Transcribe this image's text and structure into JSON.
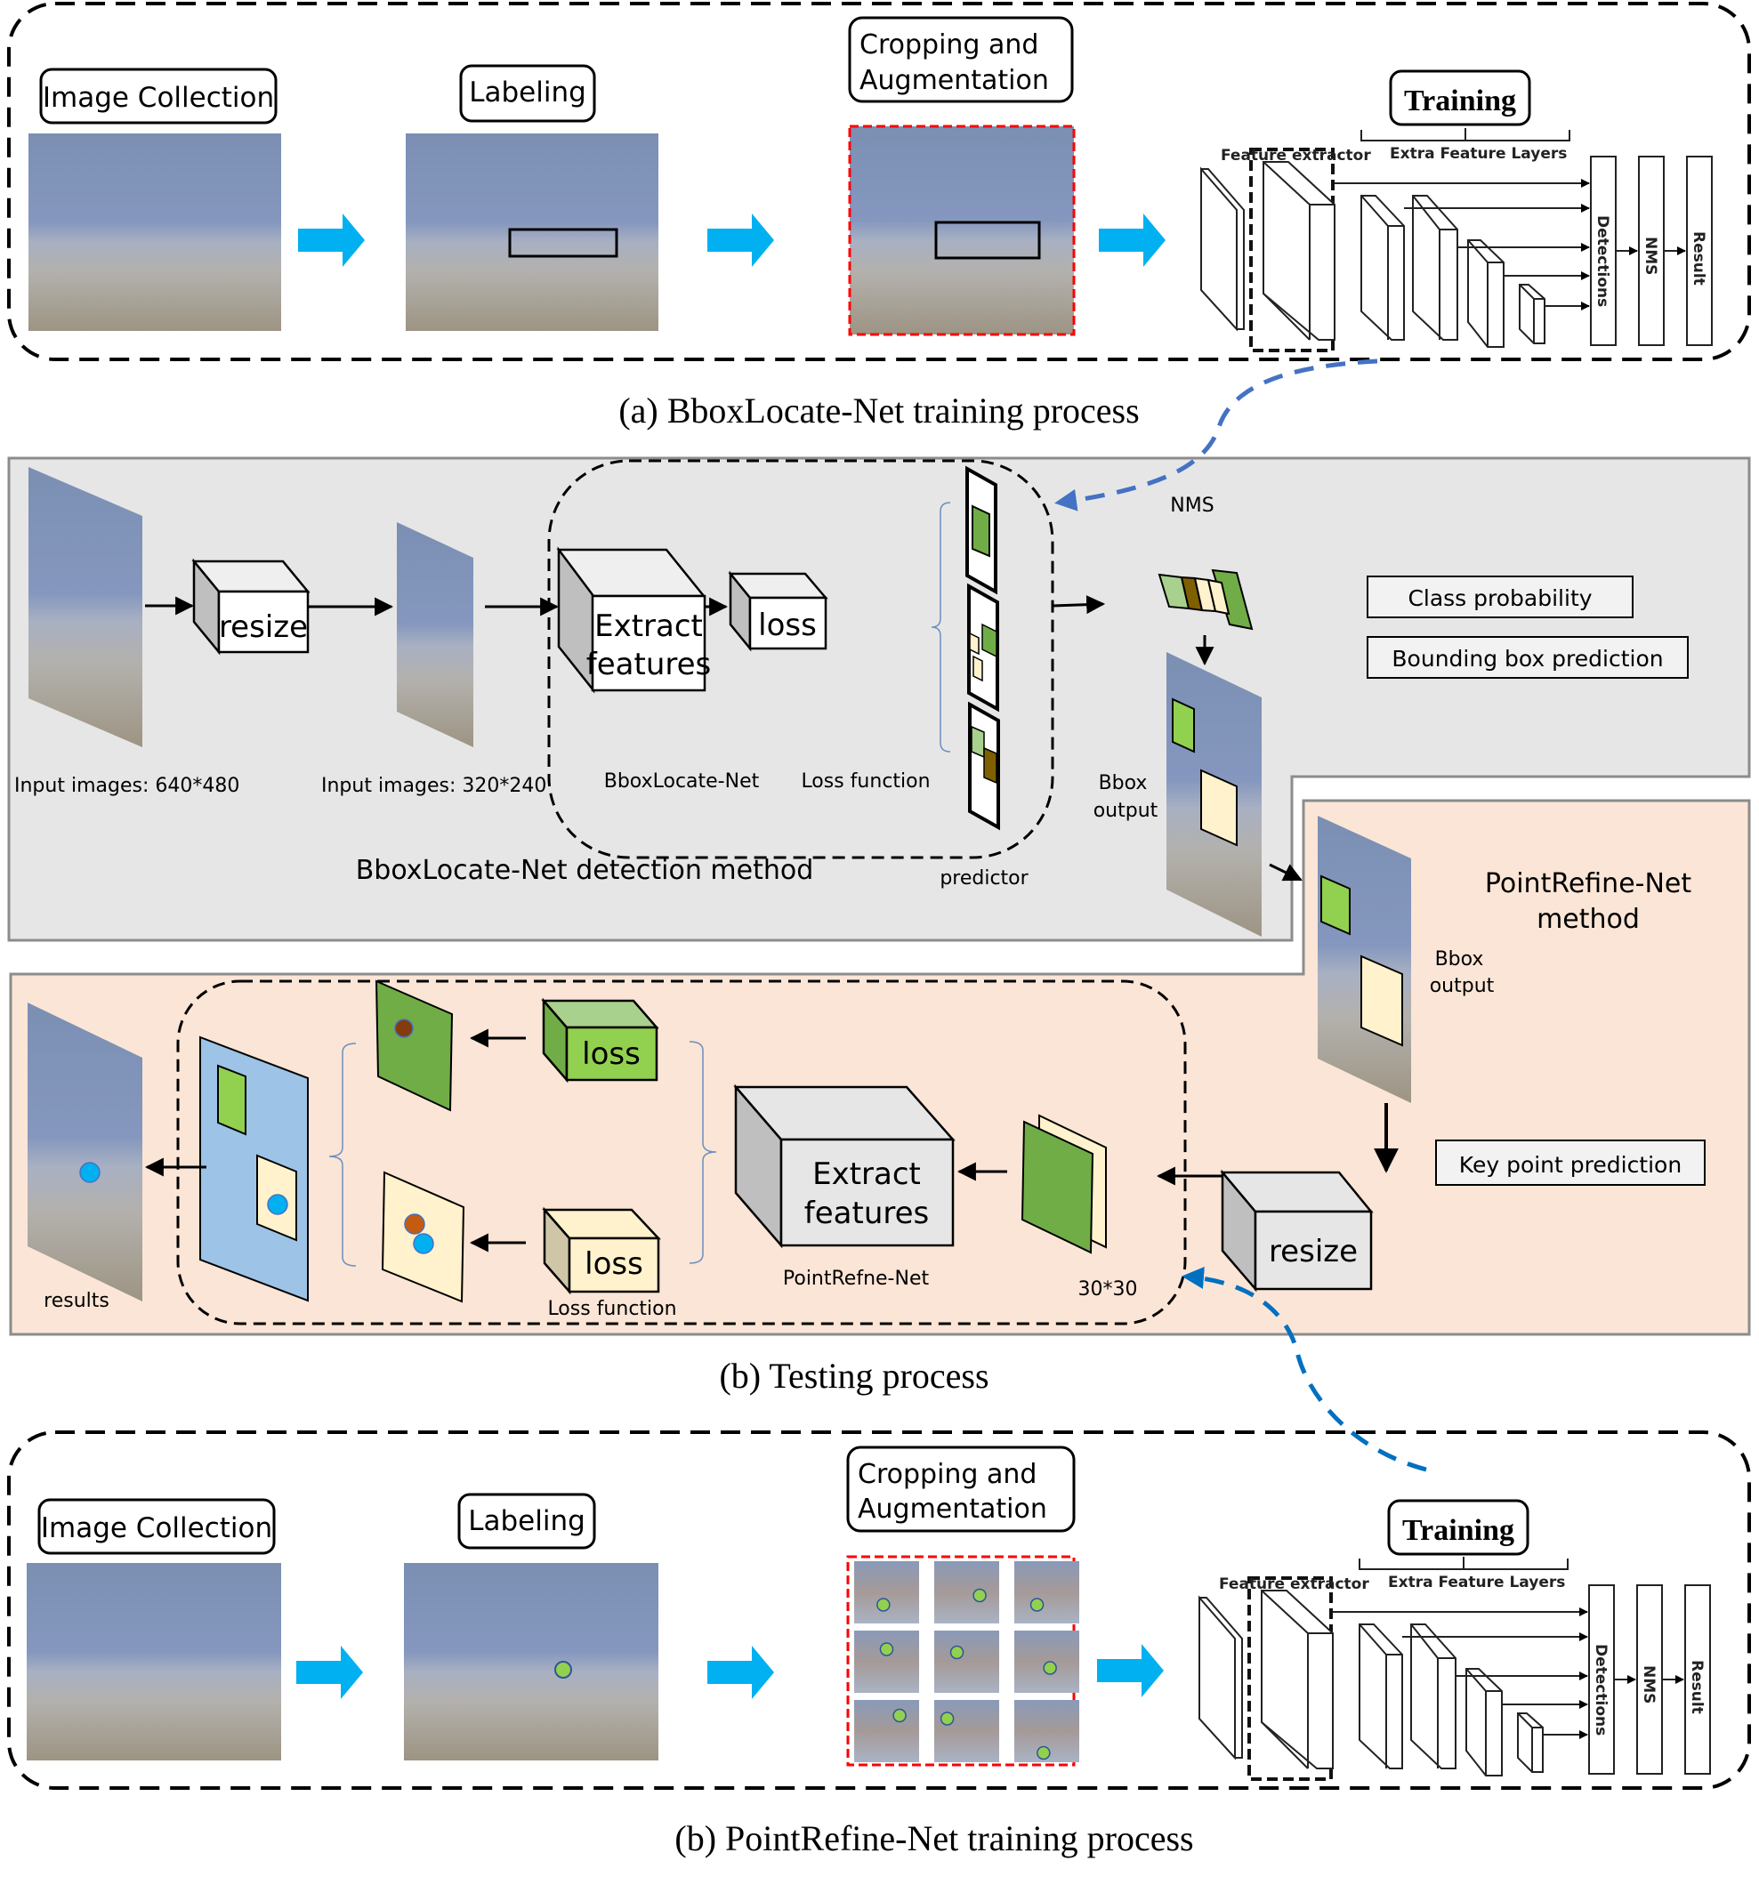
{
  "captions": {
    "a": "(a) BboxLocate-Net training process",
    "b_testing": "(b) Testing process",
    "b_training": "(b) PointRefine-Net training process"
  },
  "training_a": {
    "steps": [
      "Image Collection",
      "Labeling",
      "Cropping and",
      "Augmentation",
      "Training"
    ],
    "network": {
      "feature_extractor": "Feature extractor",
      "extra_layers": "Extra Feature Layers",
      "detections": "Detections",
      "nms": "NMS",
      "result": "Result"
    }
  },
  "testing": {
    "bbox_panel": {
      "input1": "Input images: 640*480",
      "resize": "resize",
      "input2": "Input images: 320*240",
      "extract_line1": "Extract",
      "extract_line2": "features",
      "loss": "loss",
      "net_label": "BboxLocate-Net",
      "loss_label": "Loss function",
      "predictor": "predictor",
      "nms": "NMS",
      "bbox_out1": "Bbox",
      "bbox_out2": "output",
      "method_title": "BboxLocate-Net detection method",
      "legend": [
        "Class probability",
        "Bounding box prediction"
      ]
    },
    "point_panel": {
      "title_line1": "PointRefine-Net",
      "title_line2": "method",
      "bbox_out1": "Bbox",
      "bbox_out2": "output",
      "resize": "resize",
      "size_label": "30*30",
      "extract_line1": "Extract",
      "extract_line2": "features",
      "net_label": "PointRefne-Net",
      "loss_top": "loss",
      "loss_bottom": "loss",
      "loss_label": "Loss function",
      "results": "results",
      "legend": [
        "Key point prediction"
      ]
    }
  },
  "training_b": {
    "steps": [
      "Image Collection",
      "Labeling",
      "Cropping and",
      "Augmentation",
      "Training"
    ],
    "network": {
      "feature_extractor": "Feature extractor",
      "extra_layers": "Extra Feature Layers",
      "detections": "Detections",
      "nms": "NMS",
      "result": "Result"
    }
  },
  "colors": {
    "arrow_blue": "#00b0f0",
    "link_blue": "#4472c4",
    "dark_green": "#70ad47",
    "light_green": "#92d050",
    "pale_green": "#a9d18e",
    "cream": "#fff2cc",
    "brown": "#7f6000",
    "keypoint_blue": "#00b0f0",
    "keypoint_brown": "#c55a11",
    "panel_gray": "#e7e6e6",
    "panel_peach": "#fbe5d6",
    "crop_red": "#ff0000"
  }
}
